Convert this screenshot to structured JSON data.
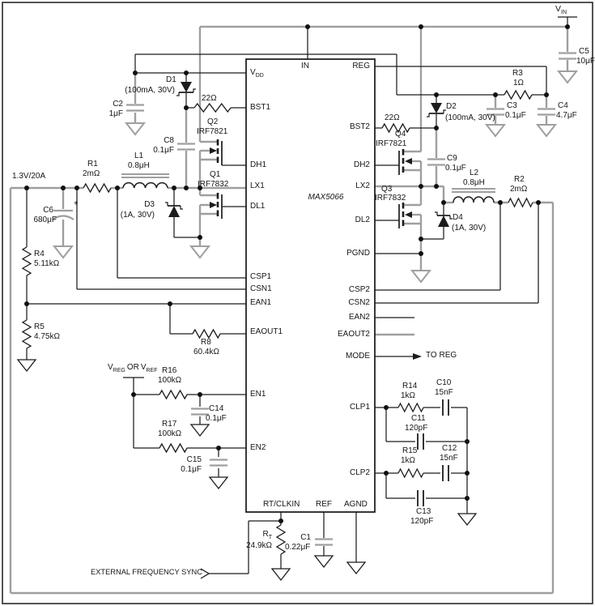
{
  "ic": {
    "name": "MAX5066",
    "pins": {
      "in": "IN",
      "vdd_base": "V",
      "vdd_sub": "DD",
      "bst1": "BST1",
      "dh1": "DH1",
      "lx1": "LX1",
      "dl1": "DL1",
      "csp1": "CSP1",
      "csn1": "CSN1",
      "ean1": "EAN1",
      "eaout1": "EAOUT1",
      "en1": "EN1",
      "en2": "EN2",
      "reg": "REG",
      "bst2": "BST2",
      "dh2": "DH2",
      "lx2": "LX2",
      "dl2": "DL2",
      "pgnd": "PGND",
      "csp2": "CSP2",
      "csn2": "CSN2",
      "ean2": "EAN2",
      "eaout2": "EAOUT2",
      "mode": "MODE",
      "clp1": "CLP1",
      "clp2": "CLP2",
      "rt_clkin": "RT/CLKIN",
      "ref": "REF",
      "agnd": "AGND"
    }
  },
  "power": {
    "vin_base": "V",
    "vin_sub": "IN",
    "output_rating": "1.3V/20A"
  },
  "signals": {
    "to_reg": "TO REG",
    "ext_sync": "EXTERNAL FREQUENCY SYNC",
    "vreg_base": "V",
    "vreg_sub": "REG",
    "or_word": "OR",
    "vref_base": "V",
    "vref_sub": "REF"
  },
  "components": {
    "r1": {
      "ref": "R1",
      "value": "2mΩ"
    },
    "r2": {
      "ref": "R2",
      "value": "2mΩ"
    },
    "r3": {
      "ref": "R3",
      "value": "1Ω"
    },
    "r4": {
      "ref": "R4",
      "value": "5.11kΩ"
    },
    "r5": {
      "ref": "R5",
      "value": "4.75kΩ"
    },
    "r8": {
      "ref": "R8",
      "value": "60.4kΩ"
    },
    "r14": {
      "ref": "R14",
      "value": "1kΩ"
    },
    "r15": {
      "ref": "R15",
      "value": "1kΩ"
    },
    "r16": {
      "ref": "R16",
      "value": "100kΩ"
    },
    "r17": {
      "ref": "R17",
      "value": "100kΩ"
    },
    "rt": {
      "ref_base": "R",
      "ref_sub": "T",
      "value": "24.9kΩ"
    },
    "rbst1": {
      "value": "22Ω"
    },
    "rbst2": {
      "value": "22Ω"
    },
    "c1": {
      "ref": "C1",
      "value": "0.22μF"
    },
    "c2": {
      "ref": "C2",
      "value": "1μF"
    },
    "c3": {
      "ref": "C3",
      "value": "0.1μF"
    },
    "c4": {
      "ref": "C4",
      "value": "4.7μF"
    },
    "c5": {
      "ref": "C5",
      "value": "10μF"
    },
    "c6": {
      "ref": "C6",
      "value": "680μF",
      "polarity": "+"
    },
    "c8": {
      "ref": "C8",
      "value": "0.1μF"
    },
    "c9": {
      "ref": "C9",
      "value": "0.1μF"
    },
    "c10": {
      "ref": "C10",
      "value": "15nF"
    },
    "c11": {
      "ref": "C11",
      "value": "120pF"
    },
    "c12": {
      "ref": "C12",
      "value": "15nF"
    },
    "c13": {
      "ref": "C13",
      "value": "120pF"
    },
    "c14": {
      "ref": "C14",
      "value": "0.1μF"
    },
    "c15": {
      "ref": "C15",
      "value": "0.1μF"
    },
    "d1": {
      "ref": "D1",
      "value": "(100mA, 30V)"
    },
    "d2": {
      "ref": "D2",
      "value": "(100mA, 30V)"
    },
    "d3": {
      "ref": "D3",
      "value": "(1A, 30V)"
    },
    "d4": {
      "ref": "D4",
      "value": "(1A, 30V)"
    },
    "q1": {
      "ref": "Q1",
      "value": "IRF7832"
    },
    "q2": {
      "ref": "Q2",
      "value": "IRF7821"
    },
    "q3": {
      "ref": "Q3",
      "value": "IRF7832"
    },
    "q4": {
      "ref": "Q4",
      "value": "IRF7821"
    },
    "l1": {
      "ref": "L1",
      "value": "0.8μH"
    },
    "l2": {
      "ref": "L2",
      "value": "0.8μH"
    }
  },
  "colors": {
    "power_trace": "#9f9f9f",
    "signal_trace": "#1c1c1c"
  }
}
